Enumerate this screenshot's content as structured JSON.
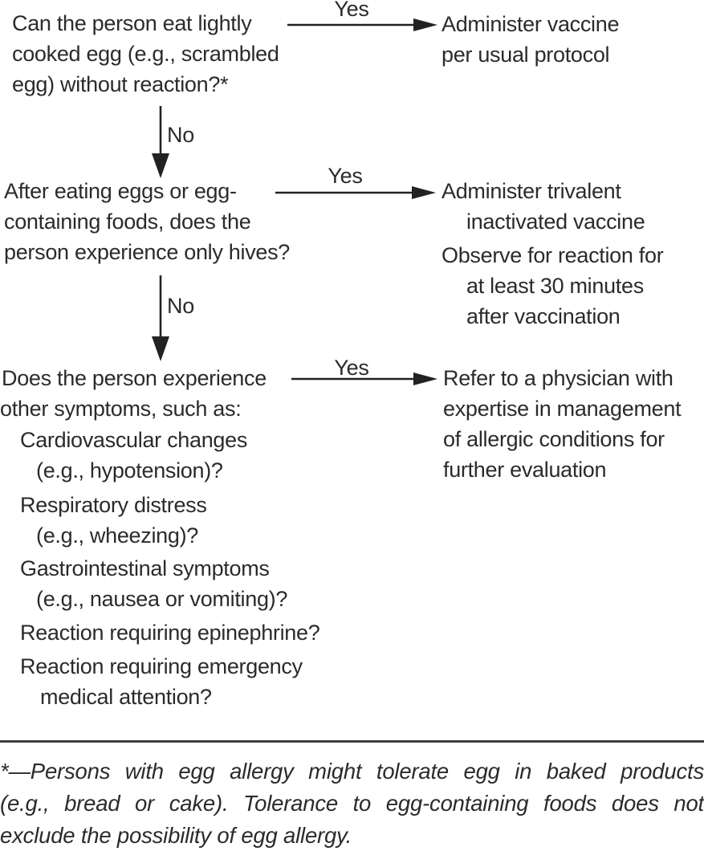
{
  "colors": {
    "text": "#2b2b2b",
    "arrow": "#222222",
    "rule": "#3d3d3d",
    "background": "#ffffff"
  },
  "labels": {
    "yes": "Yes",
    "no": "No"
  },
  "q1": {
    "lines": [
      "Can the person eat lightly",
      "cooked egg (e.g., scrambled",
      "egg) without reaction?*"
    ]
  },
  "a1": {
    "lines": [
      "Administer vaccine",
      "per usual protocol"
    ]
  },
  "q2": {
    "lines": [
      "After eating eggs or egg-",
      "containing foods, does the",
      "person experience only hives?"
    ]
  },
  "a2": {
    "lines": [
      "Administer trivalent",
      "inactivated vaccine",
      "Observe for reaction for",
      "at least 30 minutes",
      "after vaccination"
    ]
  },
  "q3": {
    "lines": [
      "Does the person experience",
      "other symptoms, such as:",
      "Cardiovascular changes",
      "(e.g., hypotension)?",
      "Respiratory distress",
      "(e.g., wheezing)?",
      "Gastrointestinal symptoms",
      "(e.g., nausea or vomiting)?",
      "Reaction requiring epinephrine?",
      "Reaction requiring emergency",
      "medical attention?"
    ]
  },
  "a3": {
    "lines": [
      "Refer to a physician with",
      "expertise in management",
      "of allergic conditions for",
      "further evaluation"
    ]
  },
  "footnote": {
    "lines": [
      "*—Persons with egg allergy might tolerate egg in baked products",
      "(e.g., bread or cake). Tolerance to egg-containing foods does not",
      "exclude the possibility of egg allergy."
    ]
  }
}
